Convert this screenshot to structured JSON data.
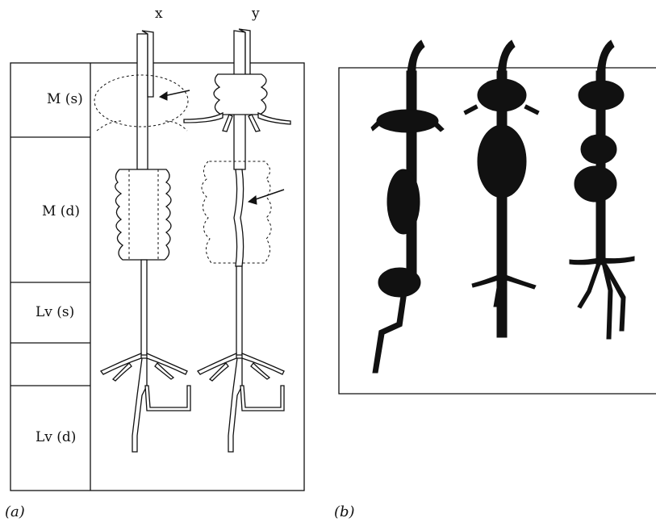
{
  "panel_a": {
    "label": "(a)",
    "fiber_labels": [
      "x",
      "y"
    ],
    "rows": [
      {
        "label": "M (s)"
      },
      {
        "label": "M (d)"
      },
      {
        "label": "Lv (s)"
      },
      {
        "label": ""
      },
      {
        "label": "Lv (d)"
      }
    ]
  },
  "panel_b": {
    "label": "(b)"
  }
}
